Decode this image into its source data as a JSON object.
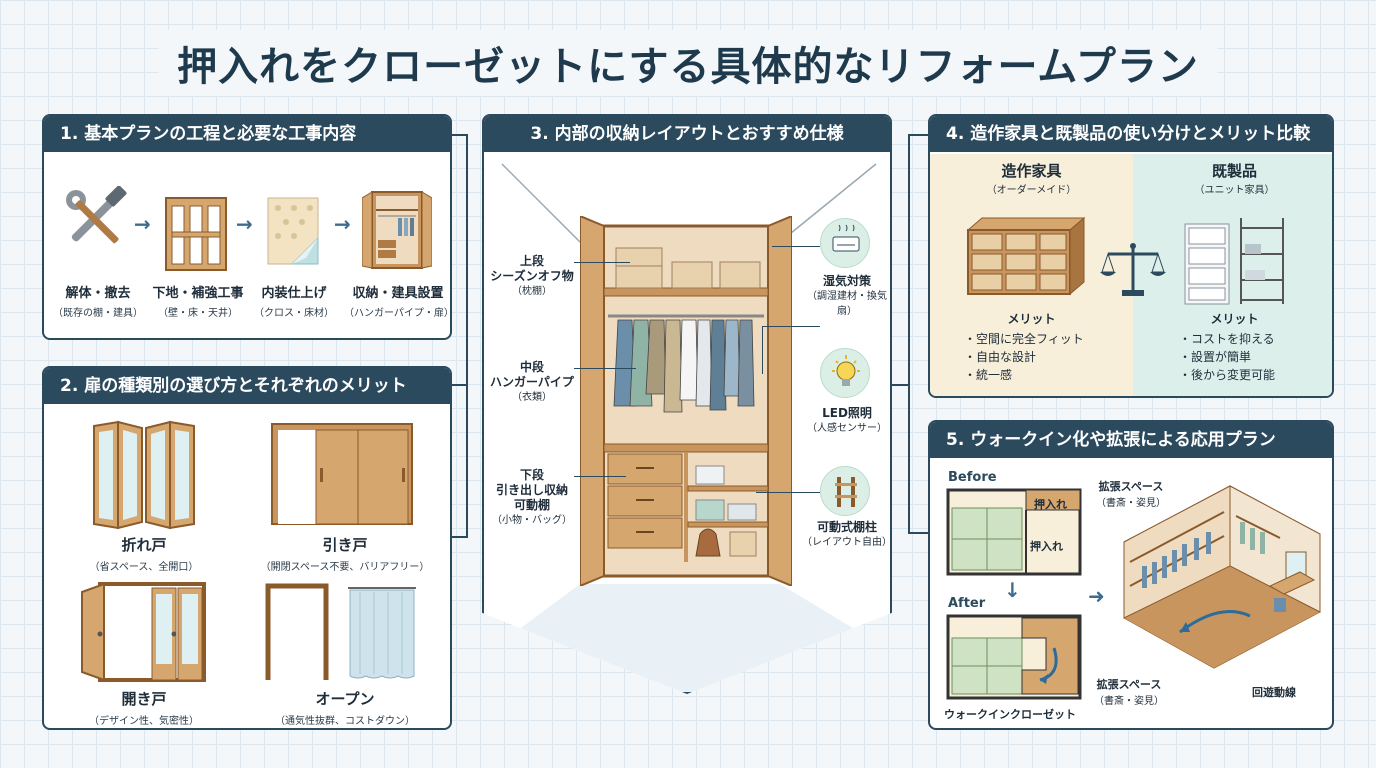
{
  "title": "押入れをクローゼットにする具体的なリフォームプラン",
  "colors": {
    "navy": "#2c4a5e",
    "wood": "#c9955e",
    "green": "#cfe3c4",
    "cream": "#f7efd9",
    "mint": "#dcefeb"
  },
  "panel1": {
    "header": "1. 基本プランの工程と必要な工事内容",
    "steps": [
      {
        "icon": "wrench-hammer-icon",
        "label": "解体・撤去",
        "sub": "（既存の棚・建具）"
      },
      {
        "icon": "wood-frame-icon",
        "label": "下地・補強工事",
        "sub": "（壁・床・天井）"
      },
      {
        "icon": "wallpaper-icon",
        "label": "内装仕上げ",
        "sub": "（クロス・床材）"
      },
      {
        "icon": "closet-icon",
        "label": "収納・建具設置",
        "sub": "（ハンガーパイプ・扉）"
      }
    ]
  },
  "panel2": {
    "header": "2. 扉の種類別の選び方とそれぞれのメリット",
    "doors": [
      {
        "icon": "folding-door-icon",
        "label": "折れ戸",
        "sub": "（省スペース、全開口）"
      },
      {
        "icon": "sliding-door-icon",
        "label": "引き戸",
        "sub": "（開閉スペース不要、バリアフリー）"
      },
      {
        "icon": "hinged-door-icon",
        "label": "開き戸",
        "sub": "（デザイン性、気密性）"
      },
      {
        "icon": "curtain-icon",
        "label": "オープン",
        "sub": "（通気性抜群、コストダウン）"
      }
    ]
  },
  "panel3": {
    "header": "3. 内部の収納レイアウトとおすすめ仕様",
    "left_labels": [
      {
        "label": "上段",
        "line2": "シーズンオフ物",
        "sub": "（枕棚）"
      },
      {
        "label": "中段",
        "line2": "ハンガーパイプ",
        "sub": "（衣類）"
      },
      {
        "label": "下段",
        "line2": "引き出し収納",
        "line3": "可動棚",
        "sub": "（小物・バッグ）"
      }
    ],
    "right_labels": [
      {
        "icon": "dehumidifier-icon",
        "label": "湿気対策",
        "sub": "（調湿建材・換気扇）"
      },
      {
        "icon": "lightbulb-icon",
        "label": "LED照明",
        "sub": "（人感センサー）"
      },
      {
        "icon": "shelf-rail-icon",
        "label": "可動式棚柱",
        "sub": "（レイアウト自由）"
      }
    ]
  },
  "panel4": {
    "header": "4. 造作家具と既製品の使い分けとメリット比較",
    "left": {
      "title": "造作家具",
      "subtitle": "（オーダーメイド）",
      "merit_label": "メリット",
      "merits": [
        "空間に完全フィット",
        "自由な設計",
        "統一感"
      ]
    },
    "right": {
      "title": "既製品",
      "subtitle": "（ユニット家具）",
      "merit_label": "メリット",
      "merits": [
        "コストを抑える",
        "設置が簡単",
        "後から変更可能"
      ]
    },
    "scale_icon": "balance-scale-icon"
  },
  "panel5": {
    "header": "5. ウォークイン化や拡張による応用プラン",
    "before_label": "Before",
    "after_label": "After",
    "oshiire_small": "押入れ",
    "oshiire_large": "押入れ",
    "walkin_label": "ウォークインクローゼット",
    "tag_top": "拡張スペース",
    "tag_top_sub": "（書斎・姿見）",
    "tag_bottom": "拡張スペース",
    "tag_bottom_sub": "（書斎・姿見）",
    "tag_circulation": "回遊動線"
  }
}
